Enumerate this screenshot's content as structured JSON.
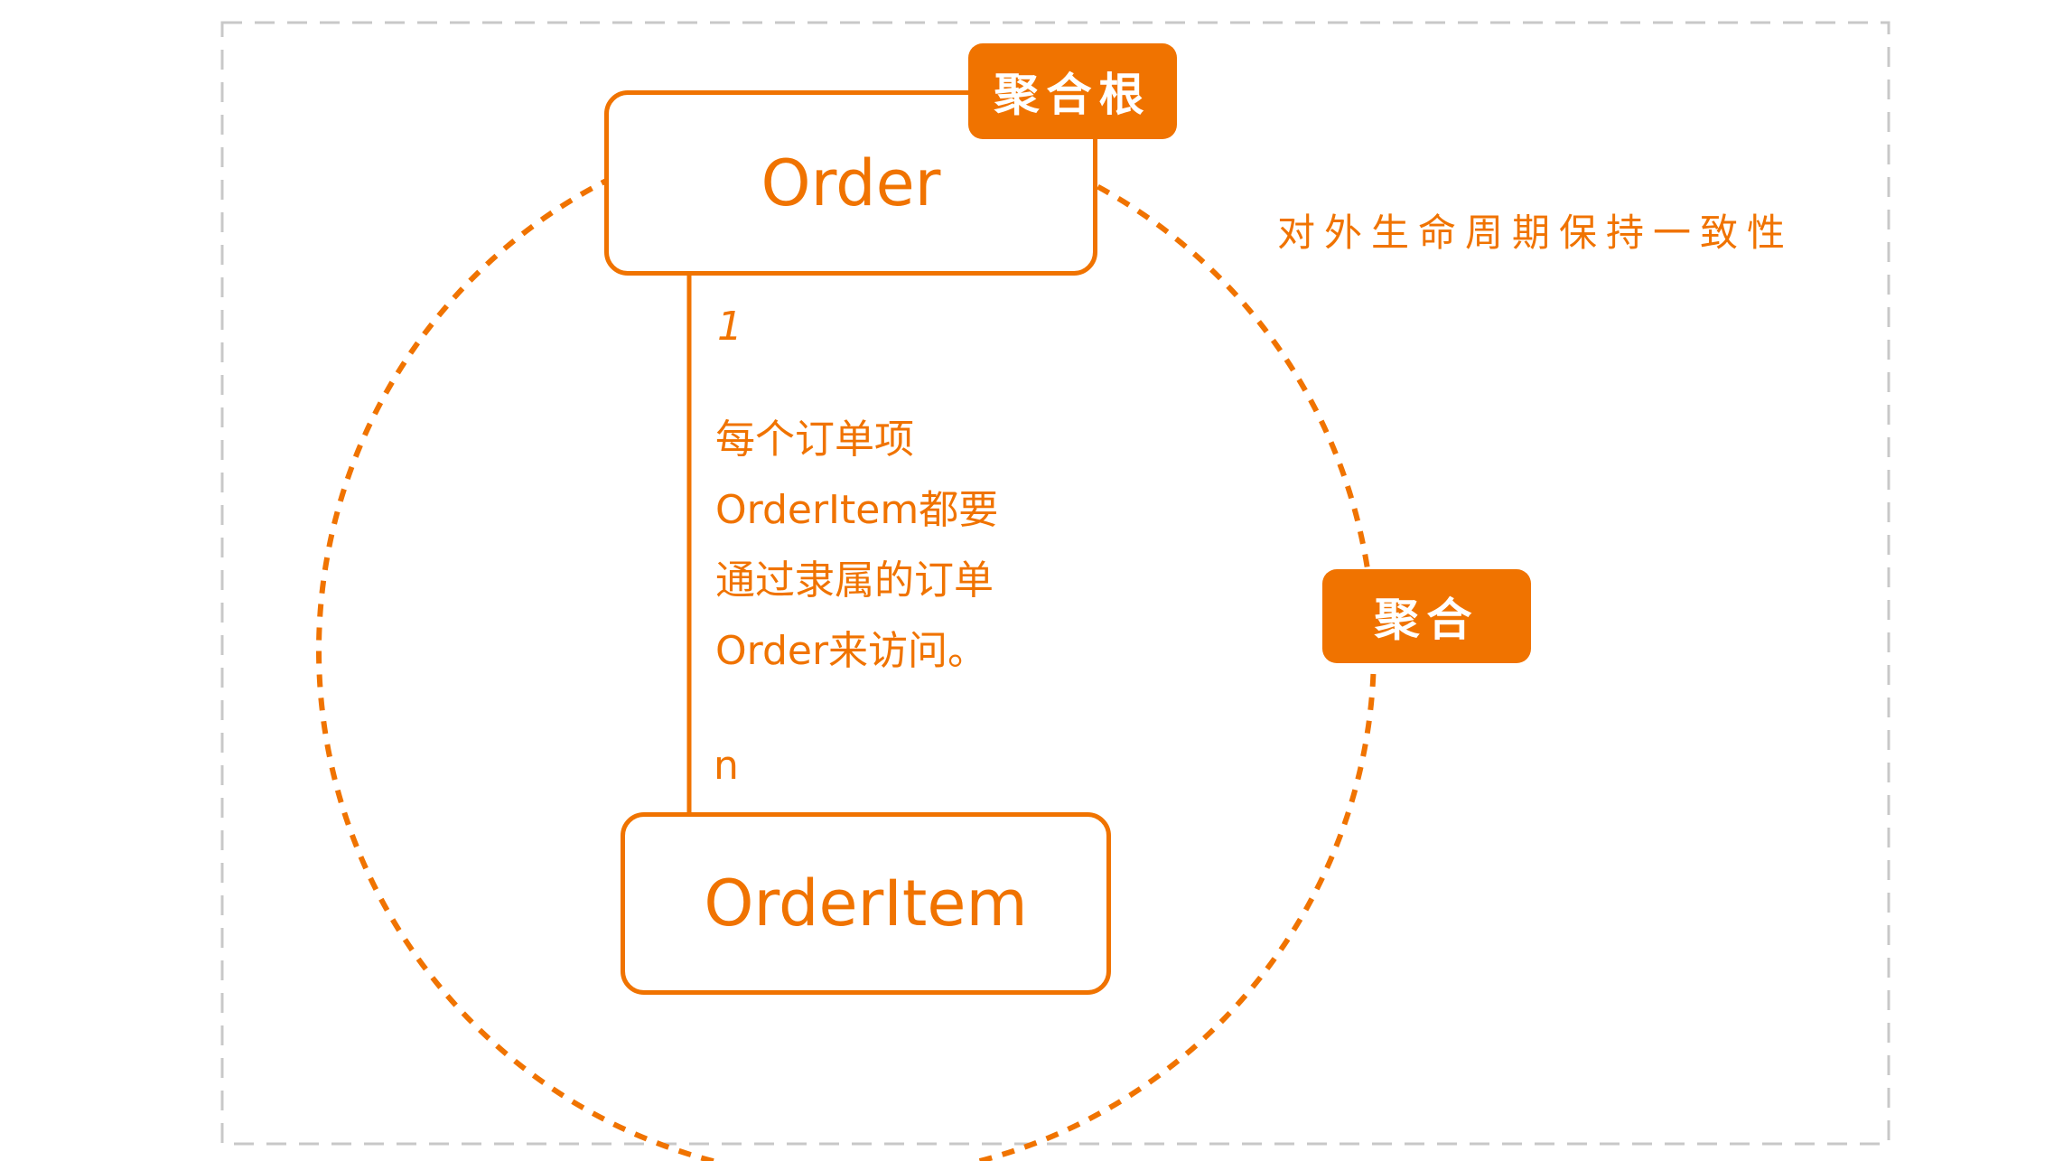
{
  "colors": {
    "accent": "#f07300",
    "border": "#c8c8c8"
  },
  "aggregate_root": {
    "entity": "Order",
    "badge": "聚合根"
  },
  "child": {
    "entity": "OrderItem"
  },
  "association": {
    "one": "1",
    "many": "n",
    "note_lines": [
      "每个订单项",
      "OrderItem都要",
      "通过隶属的订单",
      "Order来访问。"
    ]
  },
  "aggregate": {
    "badge": "聚合",
    "caption": "对外生命周期保持一致性"
  }
}
